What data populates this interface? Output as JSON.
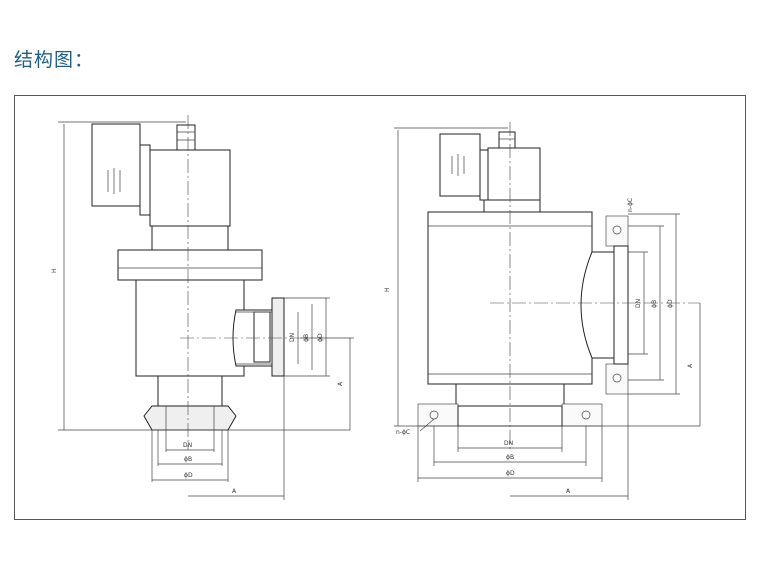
{
  "page": {
    "heading": "结构图："
  },
  "left_view": {
    "labels": {
      "dn": "DN",
      "b": "ϕB",
      "d": "ϕD",
      "h": "H",
      "a": "A"
    }
  },
  "right_view": {
    "labels": {
      "dn": "DN",
      "b": "ϕB",
      "d": "ϕD",
      "h": "H",
      "a": "A",
      "c": "n-ϕC"
    }
  }
}
